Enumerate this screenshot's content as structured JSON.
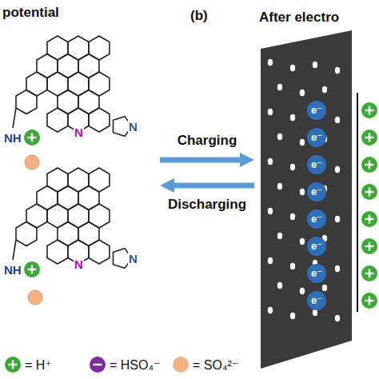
{
  "diagram": {
    "nodes": [
      {
        "text": [
          "NH",
          "N",
          "N",
          "NH",
          "N",
          "N"
        ]
      },
      {
        "text": [
          "After electro"
        ]
      },
      {
        "text": [
          "e⁻"
        ],
        "in": 1
      },
      {
        "text": [
          "e⁻"
        ],
        "in": 1
      },
      {
        "text": [
          "e⁻"
        ],
        "in": 1
      },
      {
        "text": [
          "e⁻"
        ],
        "in": 1
      },
      {
        "text": [
          "e⁻"
        ],
        "in": 1
      },
      {
        "text": [
          "e⁻"
        ],
        "in": 1
      },
      {
        "text": [
          "e⁻"
        ],
        "in": 1
      },
      {
        "text": [
          "e⁻"
        ],
        "in": 1
      }
    ],
    "edges": [
      {
        "from": 0,
        "to": 1,
        "arrow": "to",
        "label": "Charging"
      },
      {
        "from": 1,
        "to": 0,
        "arrow": "to",
        "label": "Discharging"
      }
    ],
    "labels": [
      "potential",
      "(b)"
    ],
    "legend": [
      {
        "text": "= H⁺",
        "color": "#3aaa35"
      },
      {
        "text": "= HSO₄⁻",
        "color": "#7b2c9e"
      },
      {
        "text": "= SO₄²⁻",
        "color": "#f4b183"
      }
    ]
  }
}
